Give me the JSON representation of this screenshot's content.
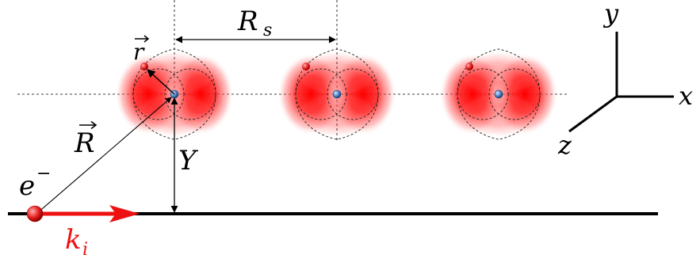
{
  "labels": {
    "separation": "R",
    "separation_sub": "s",
    "electron_pos": "r",
    "electron_vec": "R",
    "impact_parameter": "Y",
    "incident_electron": "e",
    "incident_electron_sup": "−",
    "wavevector": "k",
    "wavevector_sub": "i",
    "axis_x": "x",
    "axis_y": "y",
    "axis_z": "z"
  },
  "colors": {
    "orbital": "#ff2020",
    "electron": "#e82020",
    "nucleus": "#4a86c8",
    "wave_arrow": "#ee1111",
    "line": "#000000"
  }
}
